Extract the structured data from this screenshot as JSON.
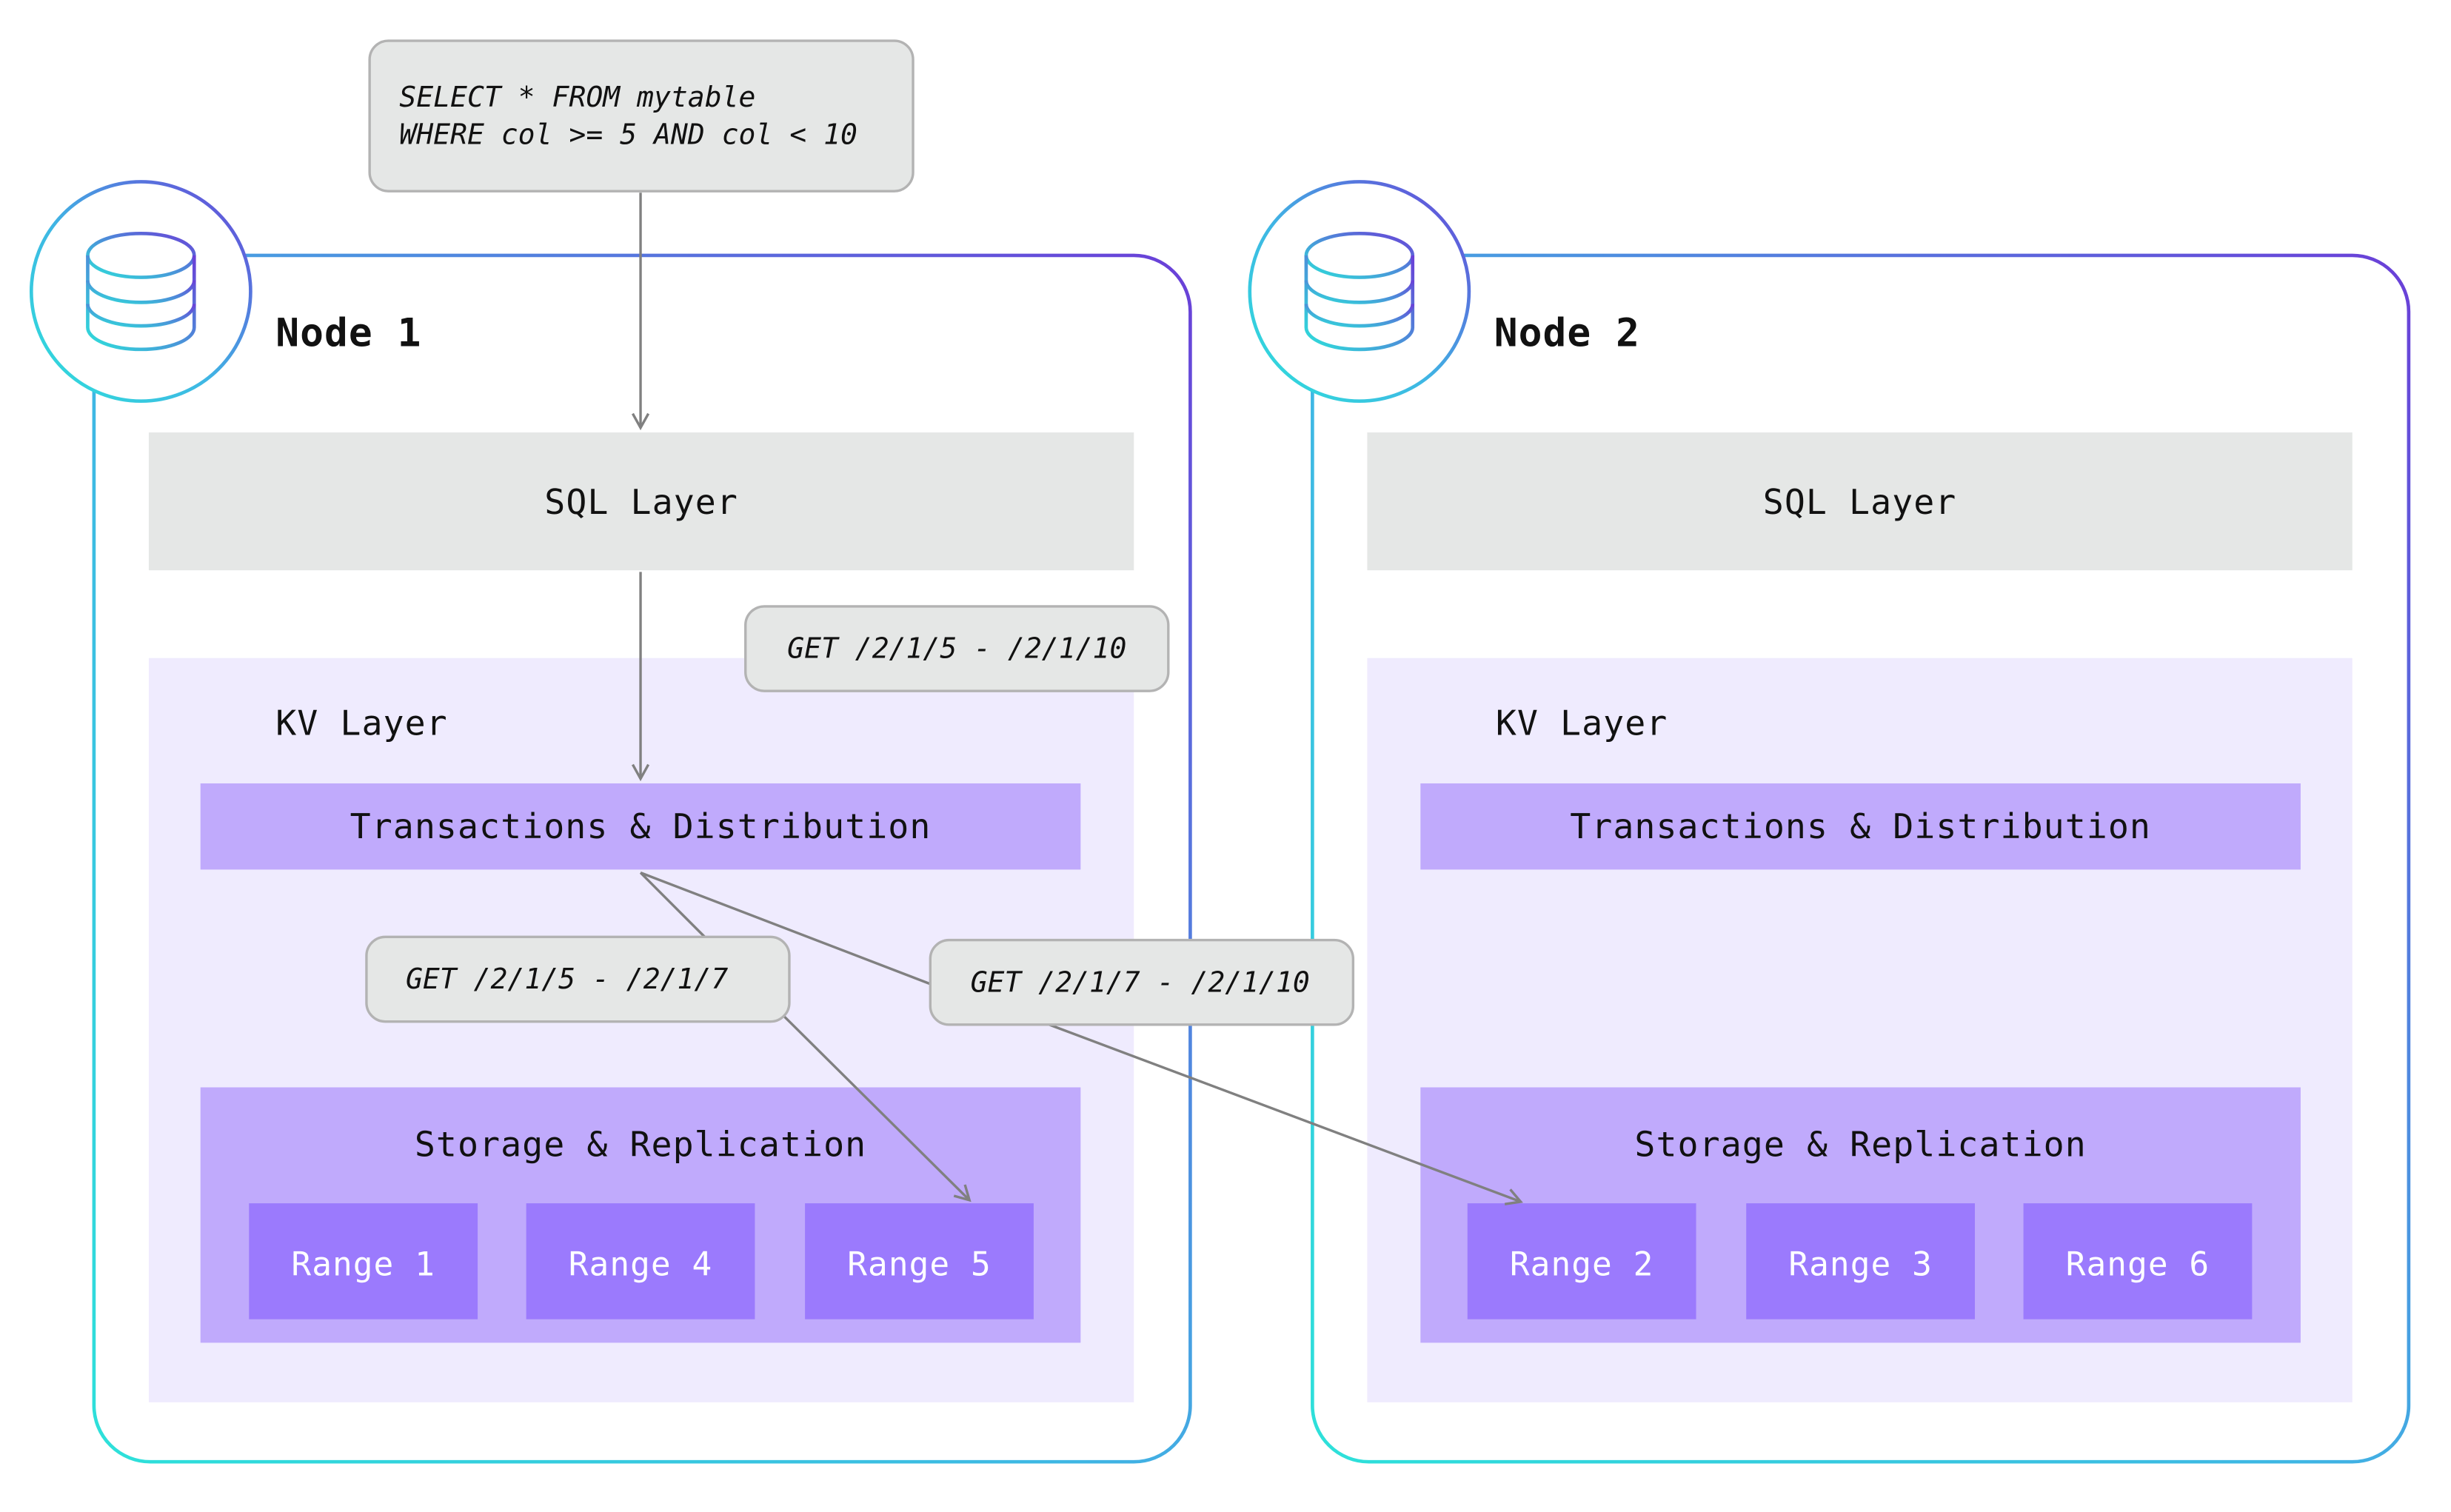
{
  "query": {
    "line1": "SELECT * FROM mytable",
    "line2": "WHERE col >= 5 AND col < 10"
  },
  "requests": {
    "full": "GET /2/1/5 - /2/1/10",
    "local": "GET /2/1/5 - /2/1/7",
    "remote": "GET /2/1/7 - /2/1/10"
  },
  "nodes": [
    {
      "title": "Node 1",
      "sql_layer": "SQL Layer",
      "kv_layer": "KV Layer",
      "transactions": "Transactions & Distribution",
      "storage": "Storage & Replication",
      "ranges": [
        "Range 1",
        "Range 4",
        "Range 5"
      ]
    },
    {
      "title": "Node 2",
      "sql_layer": "SQL Layer",
      "kv_layer": "KV Layer",
      "transactions": "Transactions & Distribution",
      "storage": "Storage & Replication",
      "ranges": [
        "Range 2",
        "Range 3",
        "Range 6"
      ]
    }
  ],
  "colors": {
    "border_start": "#2de1da",
    "border_end": "#6a3fd8",
    "sql_layer_fill": "#e5e7e6",
    "kv_layer_fill": "#efebfe",
    "sublayer_fill": "#c0aafc",
    "range_fill": "#9b7afd",
    "arrow": "#808080"
  },
  "icons": {
    "node_icon": "database-icon"
  }
}
